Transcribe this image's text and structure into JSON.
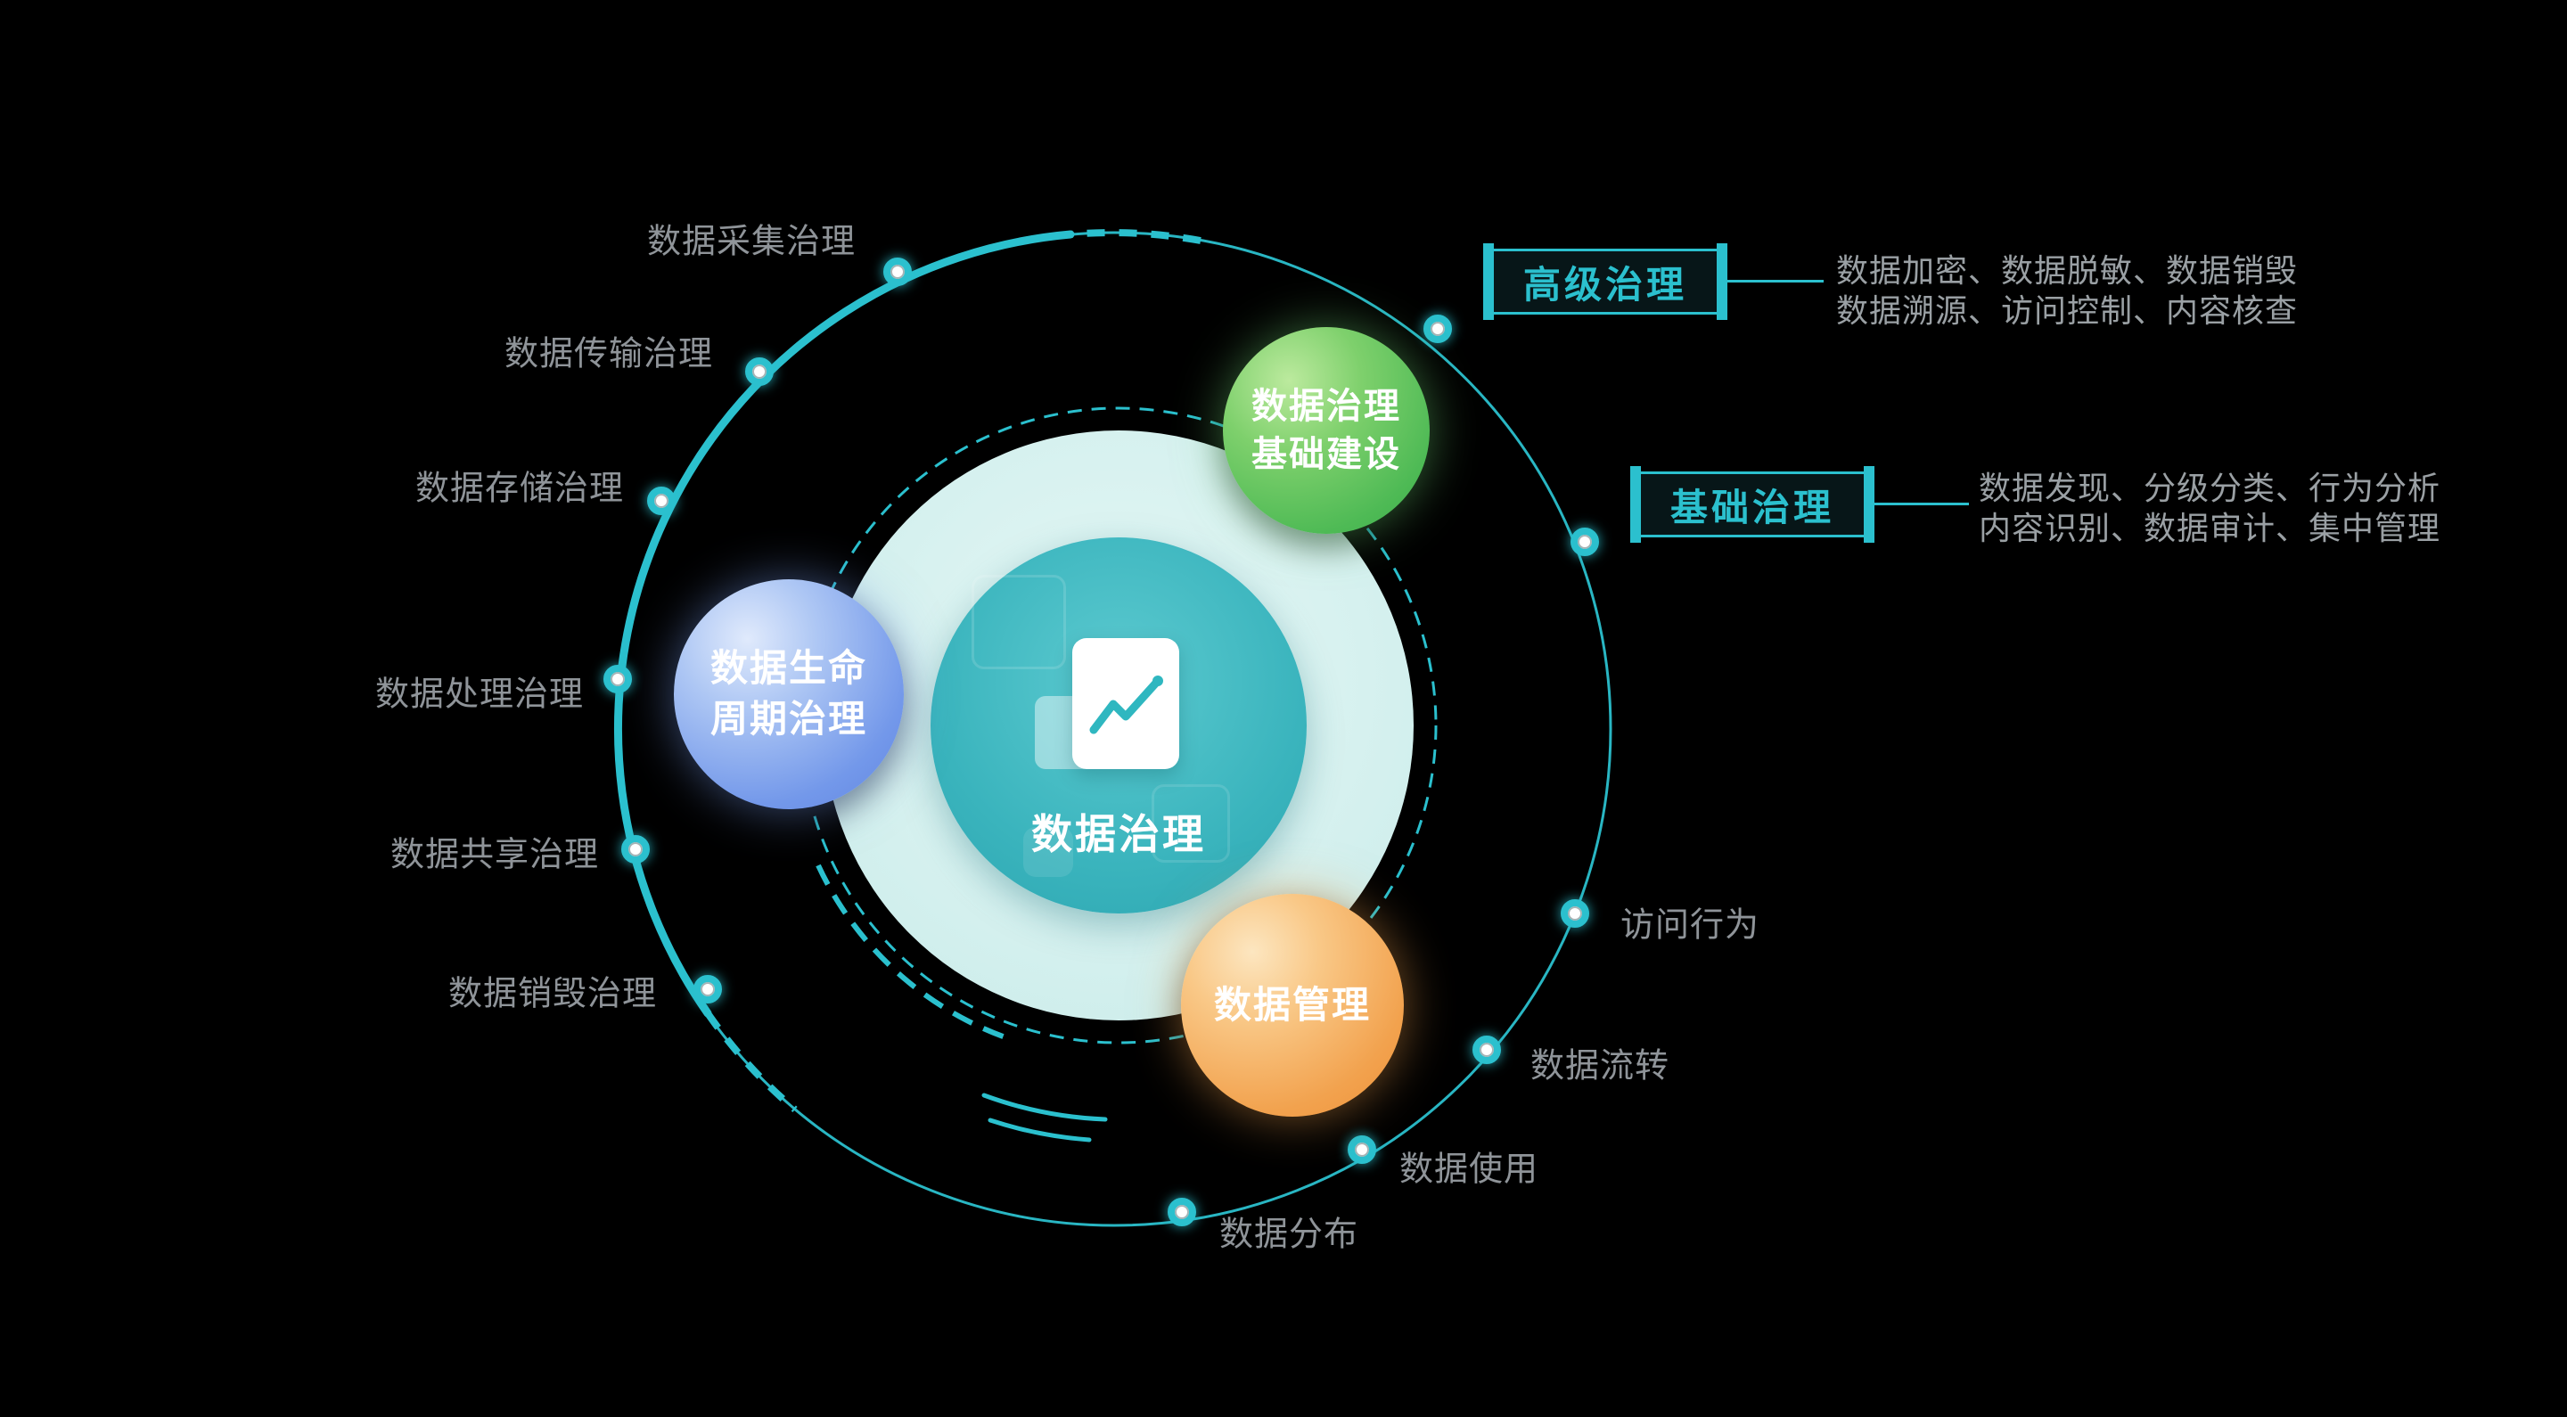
{
  "colors": {
    "teal": "#2bc0ce",
    "core_teal": "#3ab4bd",
    "light_mint": "#d6f1ef",
    "green_ball": "#4eba55",
    "blue_ball": "#7398ea",
    "orange_ball": "#f2a24e",
    "label_gray": "#8f9499",
    "desc_gray": "#9aa0a4"
  },
  "center": {
    "title": "数据治理"
  },
  "satellites": {
    "green": {
      "line1": "数据治理",
      "line2": "基础建设"
    },
    "blue": {
      "line1": "数据生命",
      "line2": "周期治理"
    },
    "orange": {
      "line1": "数据管理"
    }
  },
  "ring_labels": {
    "left": [
      "数据采集治理",
      "数据传输治理",
      "数据存储治理",
      "数据处理治理",
      "数据共享治理",
      "数据销毁治理"
    ],
    "right": [
      "访问行为",
      "数据流转",
      "数据使用",
      "数据分布"
    ]
  },
  "callouts": {
    "advanced": {
      "title": "高级治理",
      "desc1": "数据加密、数据脱敏、数据销毁",
      "desc2": "数据溯源、访问控制、内容核查"
    },
    "basic": {
      "title": "基础治理",
      "desc1": "数据发现、分级分类、行为分析",
      "desc2": "内容识别、数据审计、集中管理"
    }
  }
}
